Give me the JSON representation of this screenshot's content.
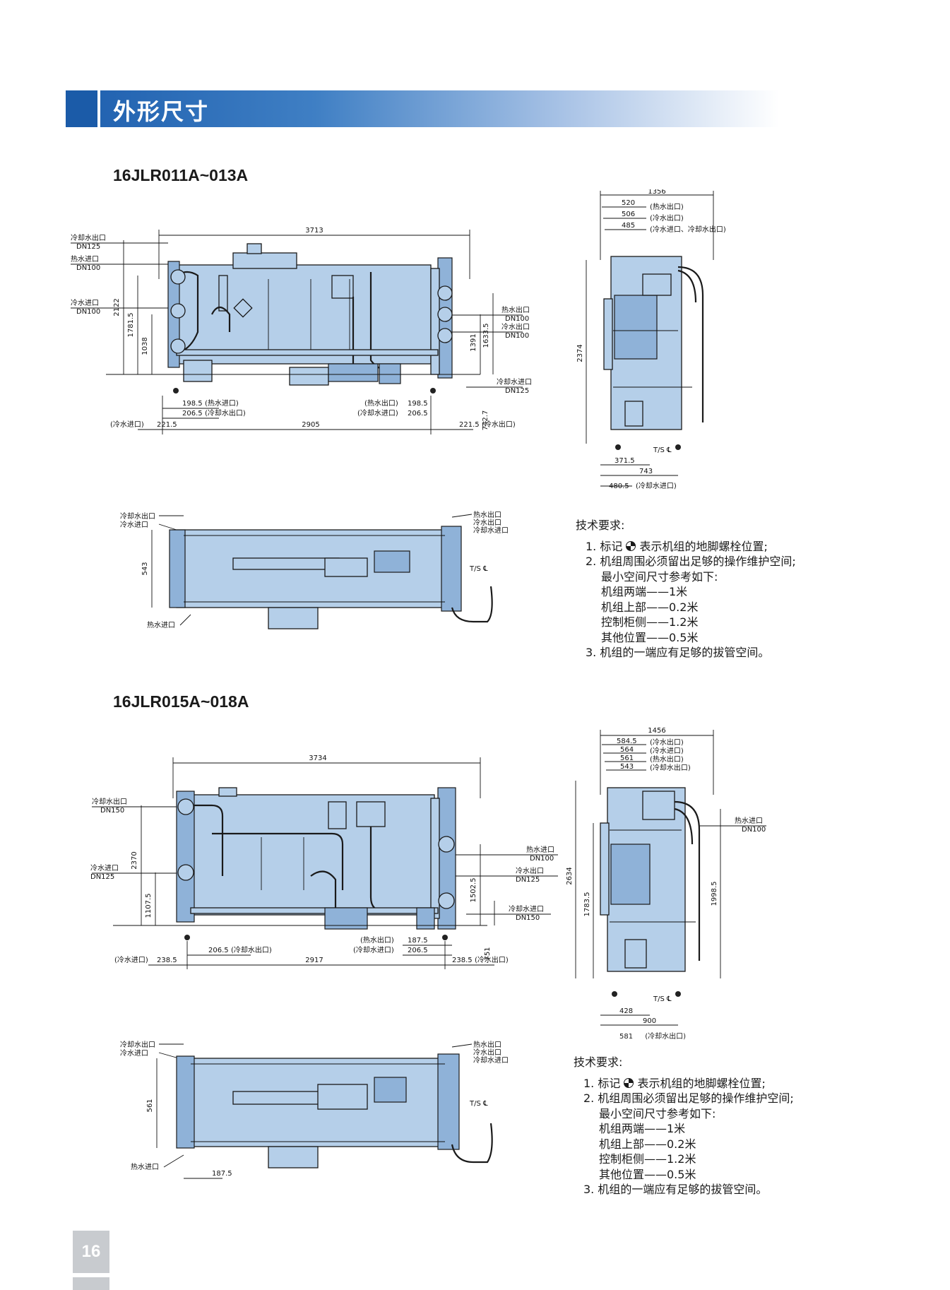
{
  "header": {
    "title": "外形尺寸"
  },
  "page_number": "16",
  "sec1": {
    "model": "16JLR011A~013A",
    "front": {
      "width": "3713",
      "h_total": "2122",
      "h_1781": "1781.5",
      "h_1038": "1038",
      "h_1391": "1391",
      "h_1633": "1633.5",
      "h_742": "742.7",
      "l_cwo": "冷却水出口",
      "l_cwo_dn": "DN125",
      "l_hwi": "热水进口",
      "l_hwi_dn": "DN100",
      "l_cwi": "冷水进口",
      "l_cwi_dn": "DN100",
      "r_hwo": "热水出口",
      "r_hwo_dn": "DN100",
      "r_cwo": "冷水出口",
      "r_cwo_dn": "DN100",
      "r_cwi": "冷却水进口",
      "r_cwi_dn": "DN125",
      "b1_val": "198.5",
      "b1_lbl": "(热水进口)",
      "b2_val": "206.5",
      "b2_lbl": "(冷却水出口)",
      "b3_lbl": "(热水出口)",
      "b3_val": "198.5",
      "b4_lbl": "(冷却水进口)",
      "b4_val": "206.5",
      "b5_lbl": "(冷水进口)",
      "b5_val": "221.5",
      "b6_val": "2905",
      "b7_val": "221.5",
      "b7_lbl": "(冷水出口)"
    },
    "side": {
      "width": "1356",
      "d1": "520",
      "d1_lbl": "(热水出口)",
      "d2": "506",
      "d2_lbl": "(冷水出口)",
      "d3": "485",
      "d3_lbl": "(冷水进口、冷却水出口)",
      "height": "2374",
      "ts": "T/S ℄",
      "b1": "371.5",
      "b2": "743",
      "b3": "480.5",
      "b3_lbl": "(冷却水进口)"
    },
    "top": {
      "tl1": "冷却水出口",
      "tl2": "冷水进口",
      "tr1": "热水出口",
      "tr2": "冷水出口",
      "tr3": "冷却水进口",
      "ts": "T/S ℄",
      "depth": "543",
      "bl": "热水进口"
    }
  },
  "sec2": {
    "model": "16JLR015A~018A",
    "front": {
      "width": "3734",
      "h_total": "2370",
      "h_1107": "1107.5",
      "h_1502": "1502.5",
      "h_751": "751",
      "l_cwo": "冷却水出口",
      "l_cwo_dn": "DN150",
      "l_cwi": "冷水进口",
      "l_cwi_dn": "DN125",
      "r_hwo": "热水进口",
      "r_hwo_dn": "DN100",
      "r_cwo": "冷水出口",
      "r_cwo_dn": "DN125",
      "r_cwi": "冷却水进口",
      "r_cwi_dn": "DN150",
      "b1_val": "206.5",
      "b1_lbl": "(冷却水出口)",
      "b2_lbl": "(热水出口)",
      "b2_val": "187.5",
      "b3_lbl": "(冷却水进口)",
      "b3_val": "206.5",
      "b4_lbl": "(冷水进口)",
      "b4_val": "238.5",
      "b5_val": "2917",
      "b6_val": "238.5",
      "b6_lbl": "(冷水出口)"
    },
    "side": {
      "width": "1456",
      "d1": "584.5",
      "d1_lbl": "(冷水出口)",
      "d2": "564",
      "d2_lbl": "(冷水进口)",
      "d3": "561",
      "d3_lbl": "(热水出口)",
      "d4": "543",
      "d4_lbl": "(冷却水出口)",
      "height": "2634",
      "h_1783": "1783.5",
      "h_1998": "1998.5",
      "r_lbl": "热水进口",
      "r_dn": "DN100",
      "ts": "T/S ℄",
      "b1": "428",
      "b2": "900",
      "b3": "581",
      "b3_lbl": "(冷却水出口)"
    },
    "top": {
      "tl1": "冷却水出口",
      "tl2": "冷水进口",
      "tr1": "热水出口",
      "tr2": "冷水出口",
      "tr3": "冷却水进口",
      "ts": "T/S ℄",
      "depth": "561",
      "bl": "热水进口",
      "b1": "187.5"
    }
  },
  "requirements": {
    "heading": "技术要求:",
    "item1_pre": "1. 标记",
    "item1_post": "表示机组的地脚螺栓位置;",
    "item2": "2. 机组周围必须留出足够的操作维护空间;",
    "item2_sub": "最小空间尺寸参考如下:",
    "s1": "机组两端——1米",
    "s2": "机组上部——0.2米",
    "s3": "控制柜侧——1.2米",
    "s4": "其他位置——0.5米",
    "item3": "3. 机组的一端应有足够的拔管空间。"
  }
}
